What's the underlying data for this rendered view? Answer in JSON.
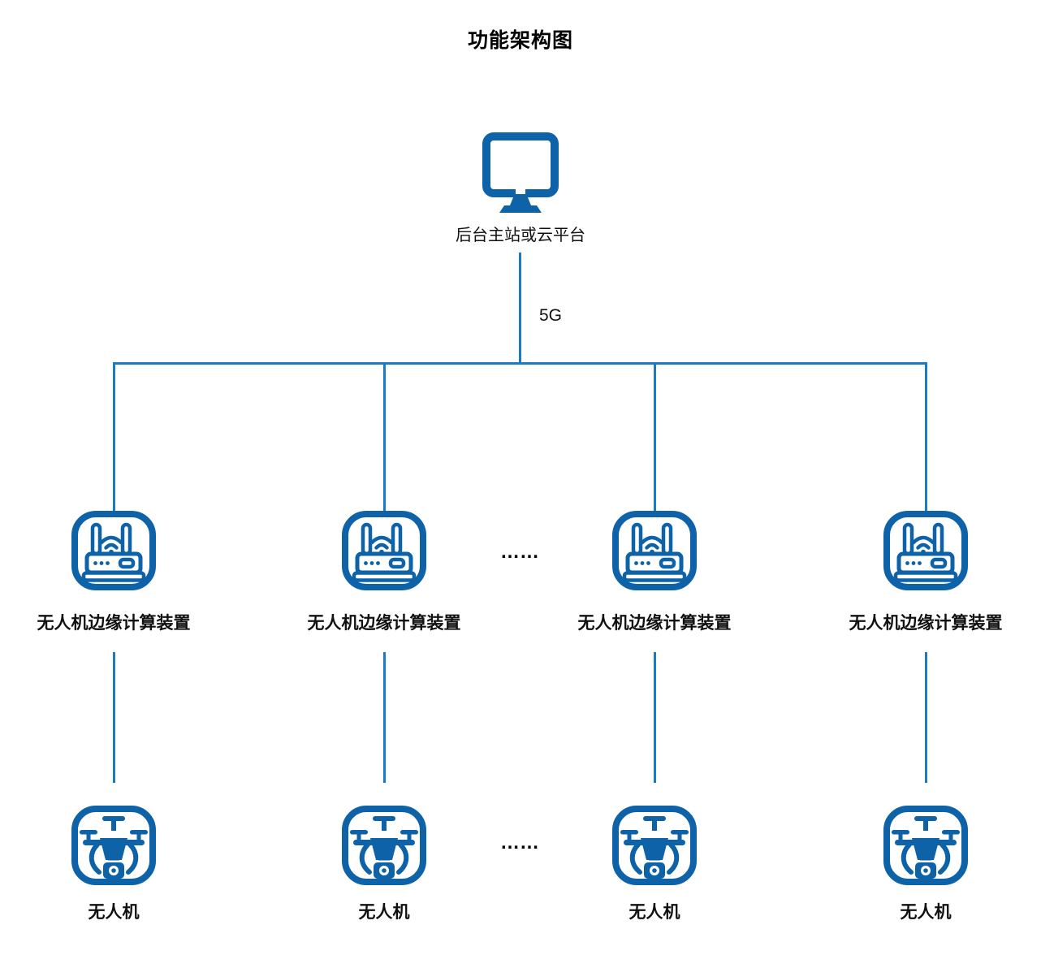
{
  "title": "功能架构图",
  "root": {
    "label": "后台主站或云平台",
    "icon": "monitor"
  },
  "link": {
    "label": "5G"
  },
  "ellipsis": "……",
  "edge_devices": [
    {
      "label": "无人机边缘计算装置",
      "icon": "router"
    },
    {
      "label": "无人机边缘计算装置",
      "icon": "router"
    },
    {
      "label": "无人机边缘计算装置",
      "icon": "router"
    },
    {
      "label": "无人机边缘计算装置",
      "icon": "router"
    }
  ],
  "drones": [
    {
      "label": "无人机",
      "icon": "drone"
    },
    {
      "label": "无人机",
      "icon": "drone"
    },
    {
      "label": "无人机",
      "icon": "drone"
    },
    {
      "label": "无人机",
      "icon": "drone"
    }
  ],
  "colors": {
    "icon": "#0E62A8",
    "line": "#1B7AC6",
    "text": "#111111"
  }
}
